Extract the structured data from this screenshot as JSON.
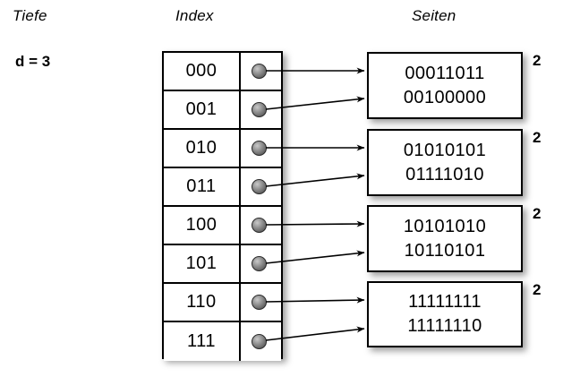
{
  "headings": {
    "depth": "Tiefe",
    "index": "Index",
    "pages": "Seiten"
  },
  "depth": {
    "label": "d = 3"
  },
  "index_table": {
    "rows": [
      {
        "key": "000",
        "pointer_icon": "filled-circle-dot",
        "target_page": 0
      },
      {
        "key": "001",
        "pointer_icon": "filled-circle-dot",
        "target_page": 0
      },
      {
        "key": "010",
        "pointer_icon": "filled-circle-dot",
        "target_page": 1
      },
      {
        "key": "011",
        "pointer_icon": "filled-circle-dot",
        "target_page": 1
      },
      {
        "key": "100",
        "pointer_icon": "filled-circle-dot",
        "target_page": 2
      },
      {
        "key": "101",
        "pointer_icon": "filled-circle-dot",
        "target_page": 2
      },
      {
        "key": "110",
        "pointer_icon": "filled-circle-dot",
        "target_page": 3
      },
      {
        "key": "111",
        "pointer_icon": "filled-circle-dot",
        "target_page": 3
      }
    ]
  },
  "pages": [
    {
      "lines": [
        "00011011",
        "00100000"
      ],
      "count": "2"
    },
    {
      "lines": [
        "01010101",
        "01111010"
      ],
      "count": "2"
    },
    {
      "lines": [
        "10101010",
        "10110101"
      ],
      "count": "2"
    },
    {
      "lines": [
        "11111111",
        "11111110"
      ],
      "count": "2"
    }
  ],
  "colors": {
    "background": "#ffffff",
    "stroke": "#000000",
    "dot_fill": "#8e8e8e",
    "shadow": "rgba(0,0,0,0.38)"
  }
}
